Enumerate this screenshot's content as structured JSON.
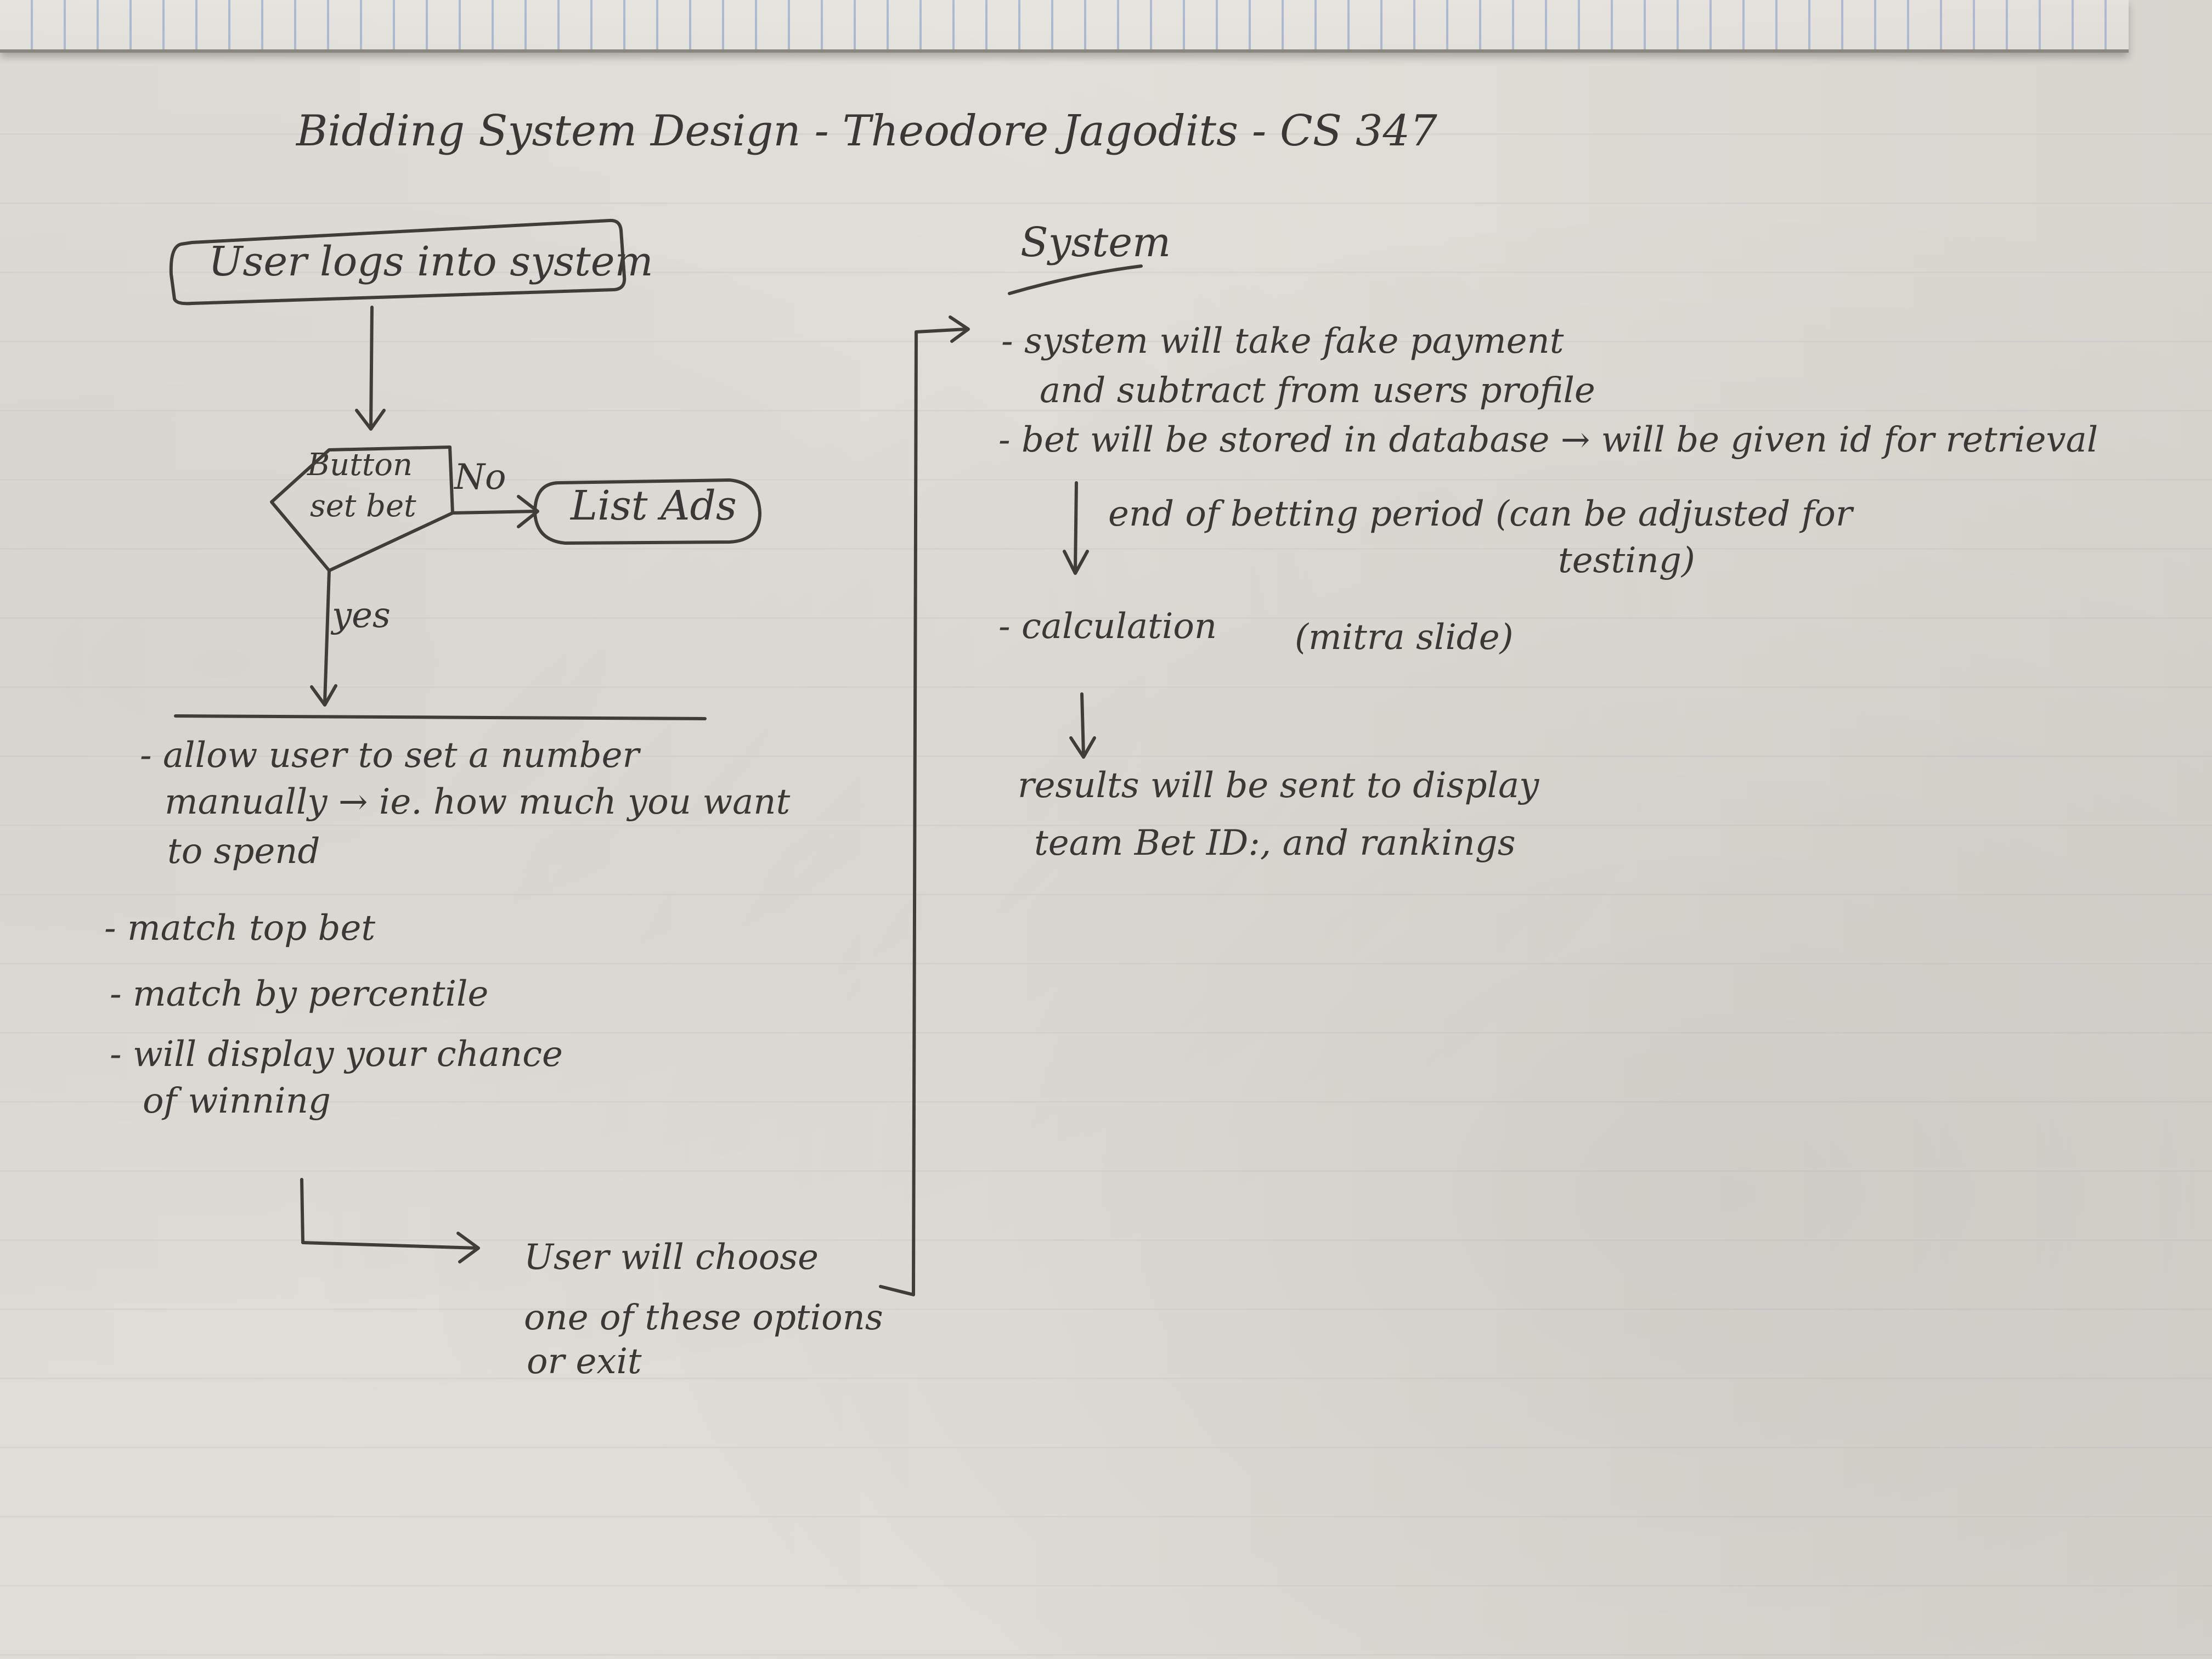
{
  "title": "Bidding System Design - Theodore Jagodits - CS 347",
  "flowchart": {
    "start_node": "User logs into system",
    "decision_line1": "Button",
    "decision_line2": "set bet",
    "no_label": "No",
    "no_target": "List Ads",
    "yes_label": "yes",
    "options": [
      "- allow user to set a number",
      "manually → ie. how much you want",
      "to spend",
      "- match top bet",
      "- match by percentile",
      "- will display your chance",
      "of winning"
    ],
    "choice_note": [
      "User will choose",
      "one of these options",
      "or exit"
    ]
  },
  "system": {
    "heading": "System",
    "lines": [
      "- system will take fake payment",
      "and subtract from users profile",
      "- bet will be stored in database → will be given id for retrieval",
      "end of betting period (can be adjusted for",
      "testing)",
      "- calculation",
      "(mitra slide)",
      "results will be sent to display",
      "team Bet ID:, and rankings"
    ]
  },
  "colors": {
    "ink": "#3a3836",
    "paper": "#e0ded8",
    "rule_blue": "#6b7fb8"
  }
}
